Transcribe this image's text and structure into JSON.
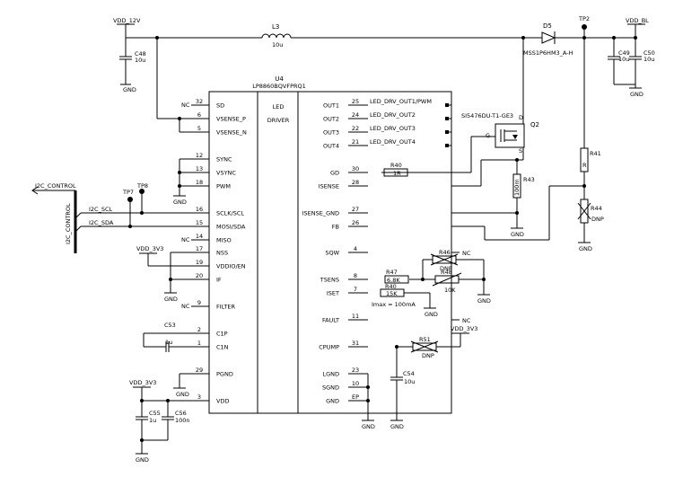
{
  "ic": {
    "ref": "U4",
    "part": "LP8860BQVFPRQ1",
    "center_top": "LED",
    "center_bottom": "DRIVER",
    "left_pins": [
      {
        "num": "32",
        "name": "SD"
      },
      {
        "num": "6",
        "name": "VSENSE_P"
      },
      {
        "num": "5",
        "name": "VSENSE_N"
      },
      {
        "num": "12",
        "name": "SYNC"
      },
      {
        "num": "13",
        "name": "VSYNC"
      },
      {
        "num": "18",
        "name": "PWM"
      },
      {
        "num": "16",
        "name": "SCLK/SCL"
      },
      {
        "num": "15",
        "name": "MOSI/SDA"
      },
      {
        "num": "14",
        "name": "MISO"
      },
      {
        "num": "17",
        "name": "NSS"
      },
      {
        "num": "19",
        "name": "VDDIO/EN"
      },
      {
        "num": "20",
        "name": "IF"
      },
      {
        "num": "9",
        "name": "FILTER"
      },
      {
        "num": "2",
        "name": "C1P"
      },
      {
        "num": "1",
        "name": "C1N"
      },
      {
        "num": "29",
        "name": "PGND"
      },
      {
        "num": "3",
        "name": "VDD"
      }
    ],
    "right_pins": [
      {
        "num": "25",
        "name": "OUT1"
      },
      {
        "num": "24",
        "name": "OUT2"
      },
      {
        "num": "22",
        "name": "OUT3"
      },
      {
        "num": "21",
        "name": "OUT4"
      },
      {
        "num": "30",
        "name": "GD"
      },
      {
        "num": "28",
        "name": "ISENSE"
      },
      {
        "num": "27",
        "name": "ISENSE_GND"
      },
      {
        "num": "26",
        "name": "FB"
      },
      {
        "num": "4",
        "name": "SQW"
      },
      {
        "num": "8",
        "name": "TSENS"
      },
      {
        "num": "7",
        "name": "ISET"
      },
      {
        "num": "11",
        "name": "FAULT"
      },
      {
        "num": "31",
        "name": "CPUMP"
      },
      {
        "num": "23",
        "name": "LGND"
      },
      {
        "num": "10",
        "name": "SGND"
      },
      {
        "num": "EP",
        "name": "GND"
      }
    ]
  },
  "nets": {
    "vdd_12v": "VDD_12V",
    "vdd_bl": "VDD_BL",
    "vdd_3v3": "VDD_3V3",
    "gnd": "GND",
    "nc": "NC",
    "i2c_control": "I2C_CONTROL",
    "i2c_control_vertical": "I2C_CONTROL",
    "i2c_scl": "I2C_SCL",
    "i2c_sda": "I2C_SDA",
    "led_out1": "LED_DRV_OUT1/PWM",
    "led_out2": "LED_DRV_OUT2",
    "led_out3": "LED_DRV_OUT3",
    "led_out4": "LED_DRV_OUT4"
  },
  "components": {
    "L3": {
      "ref": "L3",
      "value": "10u"
    },
    "D5": {
      "ref": "D5",
      "part": "MSS1P6HM3_A-H"
    },
    "TP2": {
      "ref": "TP2"
    },
    "TP7": {
      "ref": "TP7"
    },
    "TP8": {
      "ref": "TP8"
    },
    "C48": {
      "ref": "C48",
      "value": "10u"
    },
    "C49": {
      "ref": "C49",
      "value": "10u"
    },
    "C50": {
      "ref": "C50",
      "value": "10u"
    },
    "Q2": {
      "ref": "Q2",
      "part": "SI5476DU-T1-GE3",
      "pin_d": "D",
      "pin_g": "G",
      "pin_s": "S"
    },
    "R40a": {
      "ref": "R40",
      "value": "1R"
    },
    "R43": {
      "ref": "R43",
      "value": "100m"
    },
    "R41": {
      "ref": "R41",
      "value": "R"
    },
    "R44": {
      "ref": "R44",
      "value": "DNP"
    },
    "R46": {
      "ref": "R46",
      "value": "DNP"
    },
    "R47": {
      "ref": "R47",
      "value": "6.8K"
    },
    "R48": {
      "ref": "R48",
      "value": "10K"
    },
    "R40b": {
      "ref": "R40",
      "value": "15K",
      "note": "Imax = 100mA"
    },
    "R51": {
      "ref": "R51",
      "value": "DNP"
    },
    "C53": {
      "ref": "C53",
      "value": "1u"
    },
    "C54": {
      "ref": "C54",
      "value": "10u"
    },
    "C55": {
      "ref": "C55",
      "value": "1u"
    },
    "C56": {
      "ref": "C56",
      "value": "100n"
    }
  }
}
